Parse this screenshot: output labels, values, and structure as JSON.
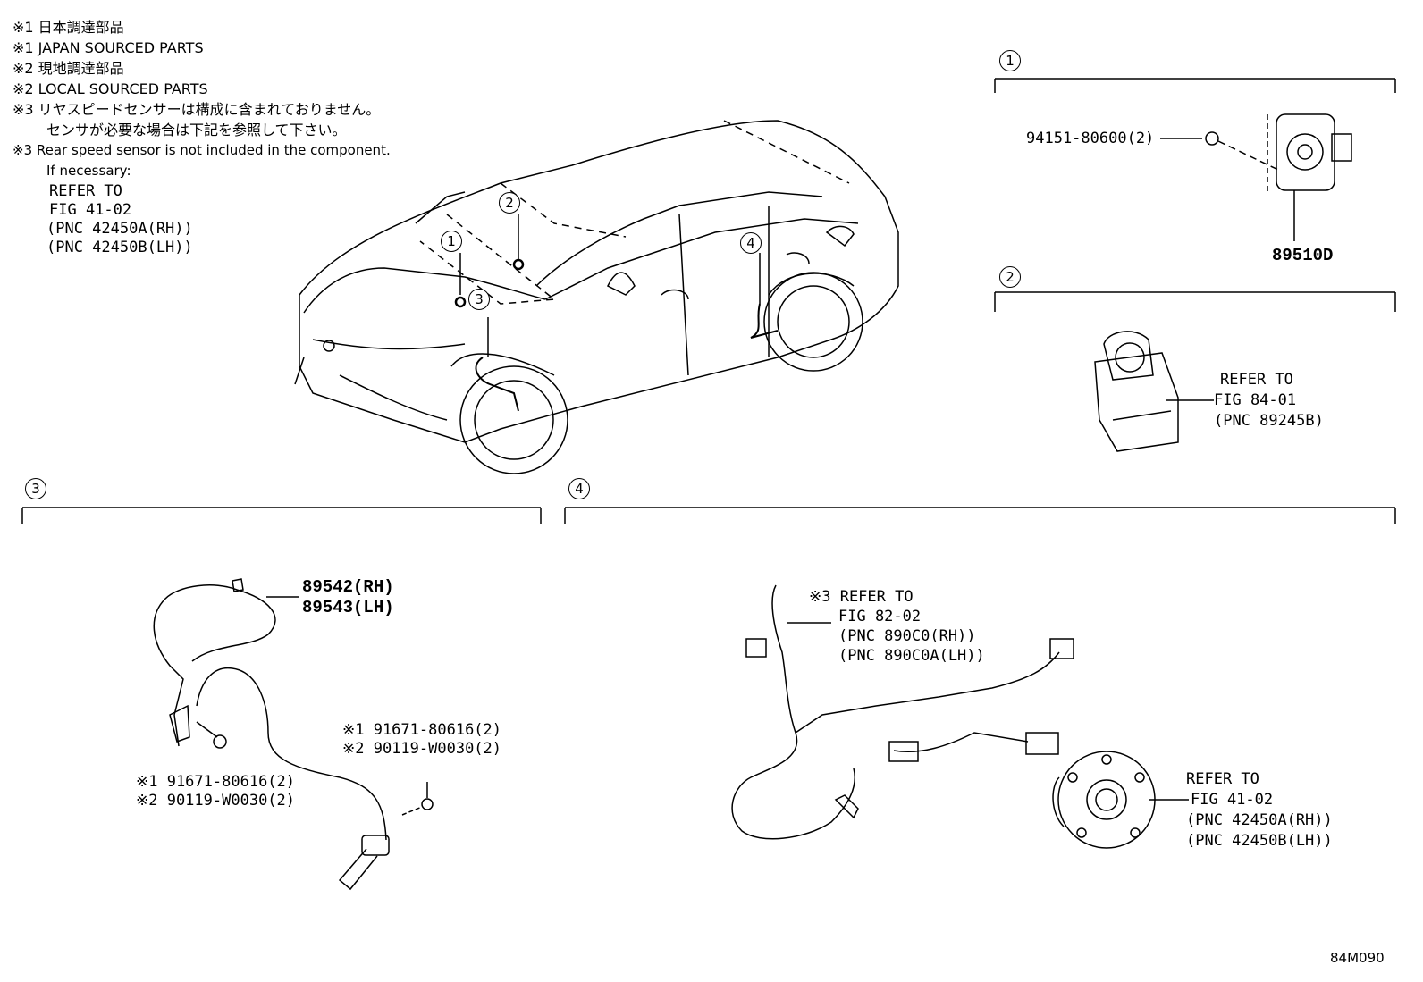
{
  "notes": [
    "※1 日本調達部品",
    "※1 JAPAN SOURCED PARTS",
    "※2 現地調達部品",
    "※2 LOCAL SOURCED PARTS",
    "※3 リヤスピードセンサーは構成に含まれておりません。",
    "センサが必要な場合は下記を参照して下さい。",
    "※3 Rear speed sensor is not included in the component.",
    "If necessary:"
  ],
  "refer_note": [
    "REFER TO",
    "FIG 41-02",
    "(PNC 42450A(RH))",
    "(PNC 42450B(LH))"
  ],
  "callouts": {
    "c1": "1",
    "c2": "2",
    "c3": "3",
    "c4": "4"
  },
  "section1": {
    "bolt_part": "94151-80600(2)",
    "main_part": "89510D"
  },
  "section2": {
    "refer": [
      "REFER TO",
      "FIG 84-01",
      "(PNC 89245B)"
    ]
  },
  "section3": {
    "sensor_parts": [
      "89542(RH)",
      "89543(LH)"
    ],
    "bolt_a": [
      "※1 91671-80616(2)",
      "※2 90119-W0030(2)"
    ],
    "bolt_b": [
      "※1 91671-80616(2)",
      "※2 90119-W0030(2)"
    ]
  },
  "section4": {
    "harness_refer": [
      "※3 REFER TO",
      "FIG 82-02",
      "(PNC 890C0(RH))",
      "(PNC 890C0A(LH))"
    ],
    "hub_refer": [
      "REFER TO",
      "FIG 41-02",
      "(PNC 42450A(RH))",
      "(PNC 42450B(LH))"
    ]
  },
  "figure_code": "84M090"
}
